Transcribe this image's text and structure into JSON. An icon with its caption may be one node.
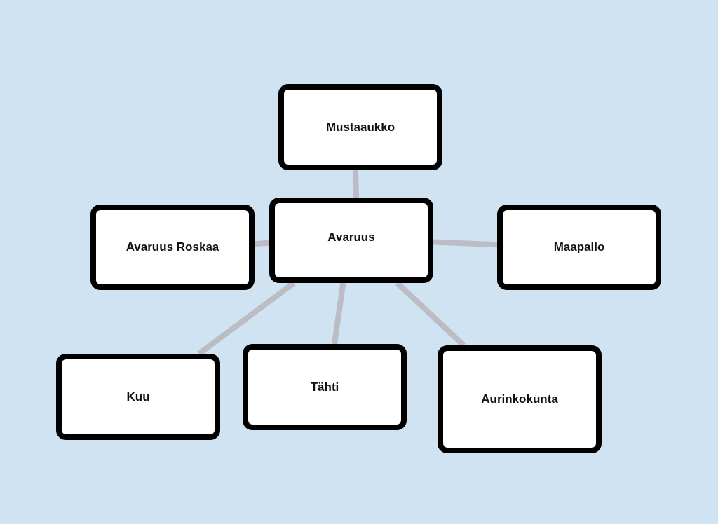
{
  "diagram": {
    "nodes": [
      {
        "text": [
          "Avaruus"
        ]
      },
      {
        "text": [
          "Mustaaukko"
        ]
      },
      {
        "text": [
          "Avaruus Roskaa"
        ]
      },
      {
        "text": [
          "Maapallo"
        ]
      },
      {
        "text": [
          "Kuu"
        ]
      },
      {
        "text": [
          "Tähti"
        ]
      },
      {
        "text": [
          "Aurinkokunta"
        ]
      }
    ],
    "edges": [
      {
        "from": 0,
        "to": 1,
        "arrow": "none"
      },
      {
        "from": 0,
        "to": 2,
        "arrow": "none"
      },
      {
        "from": 0,
        "to": 3,
        "arrow": "none"
      },
      {
        "from": 0,
        "to": 4,
        "arrow": "none"
      },
      {
        "from": 0,
        "to": 5,
        "arrow": "none"
      },
      {
        "from": 0,
        "to": 6,
        "arrow": "none"
      }
    ]
  }
}
